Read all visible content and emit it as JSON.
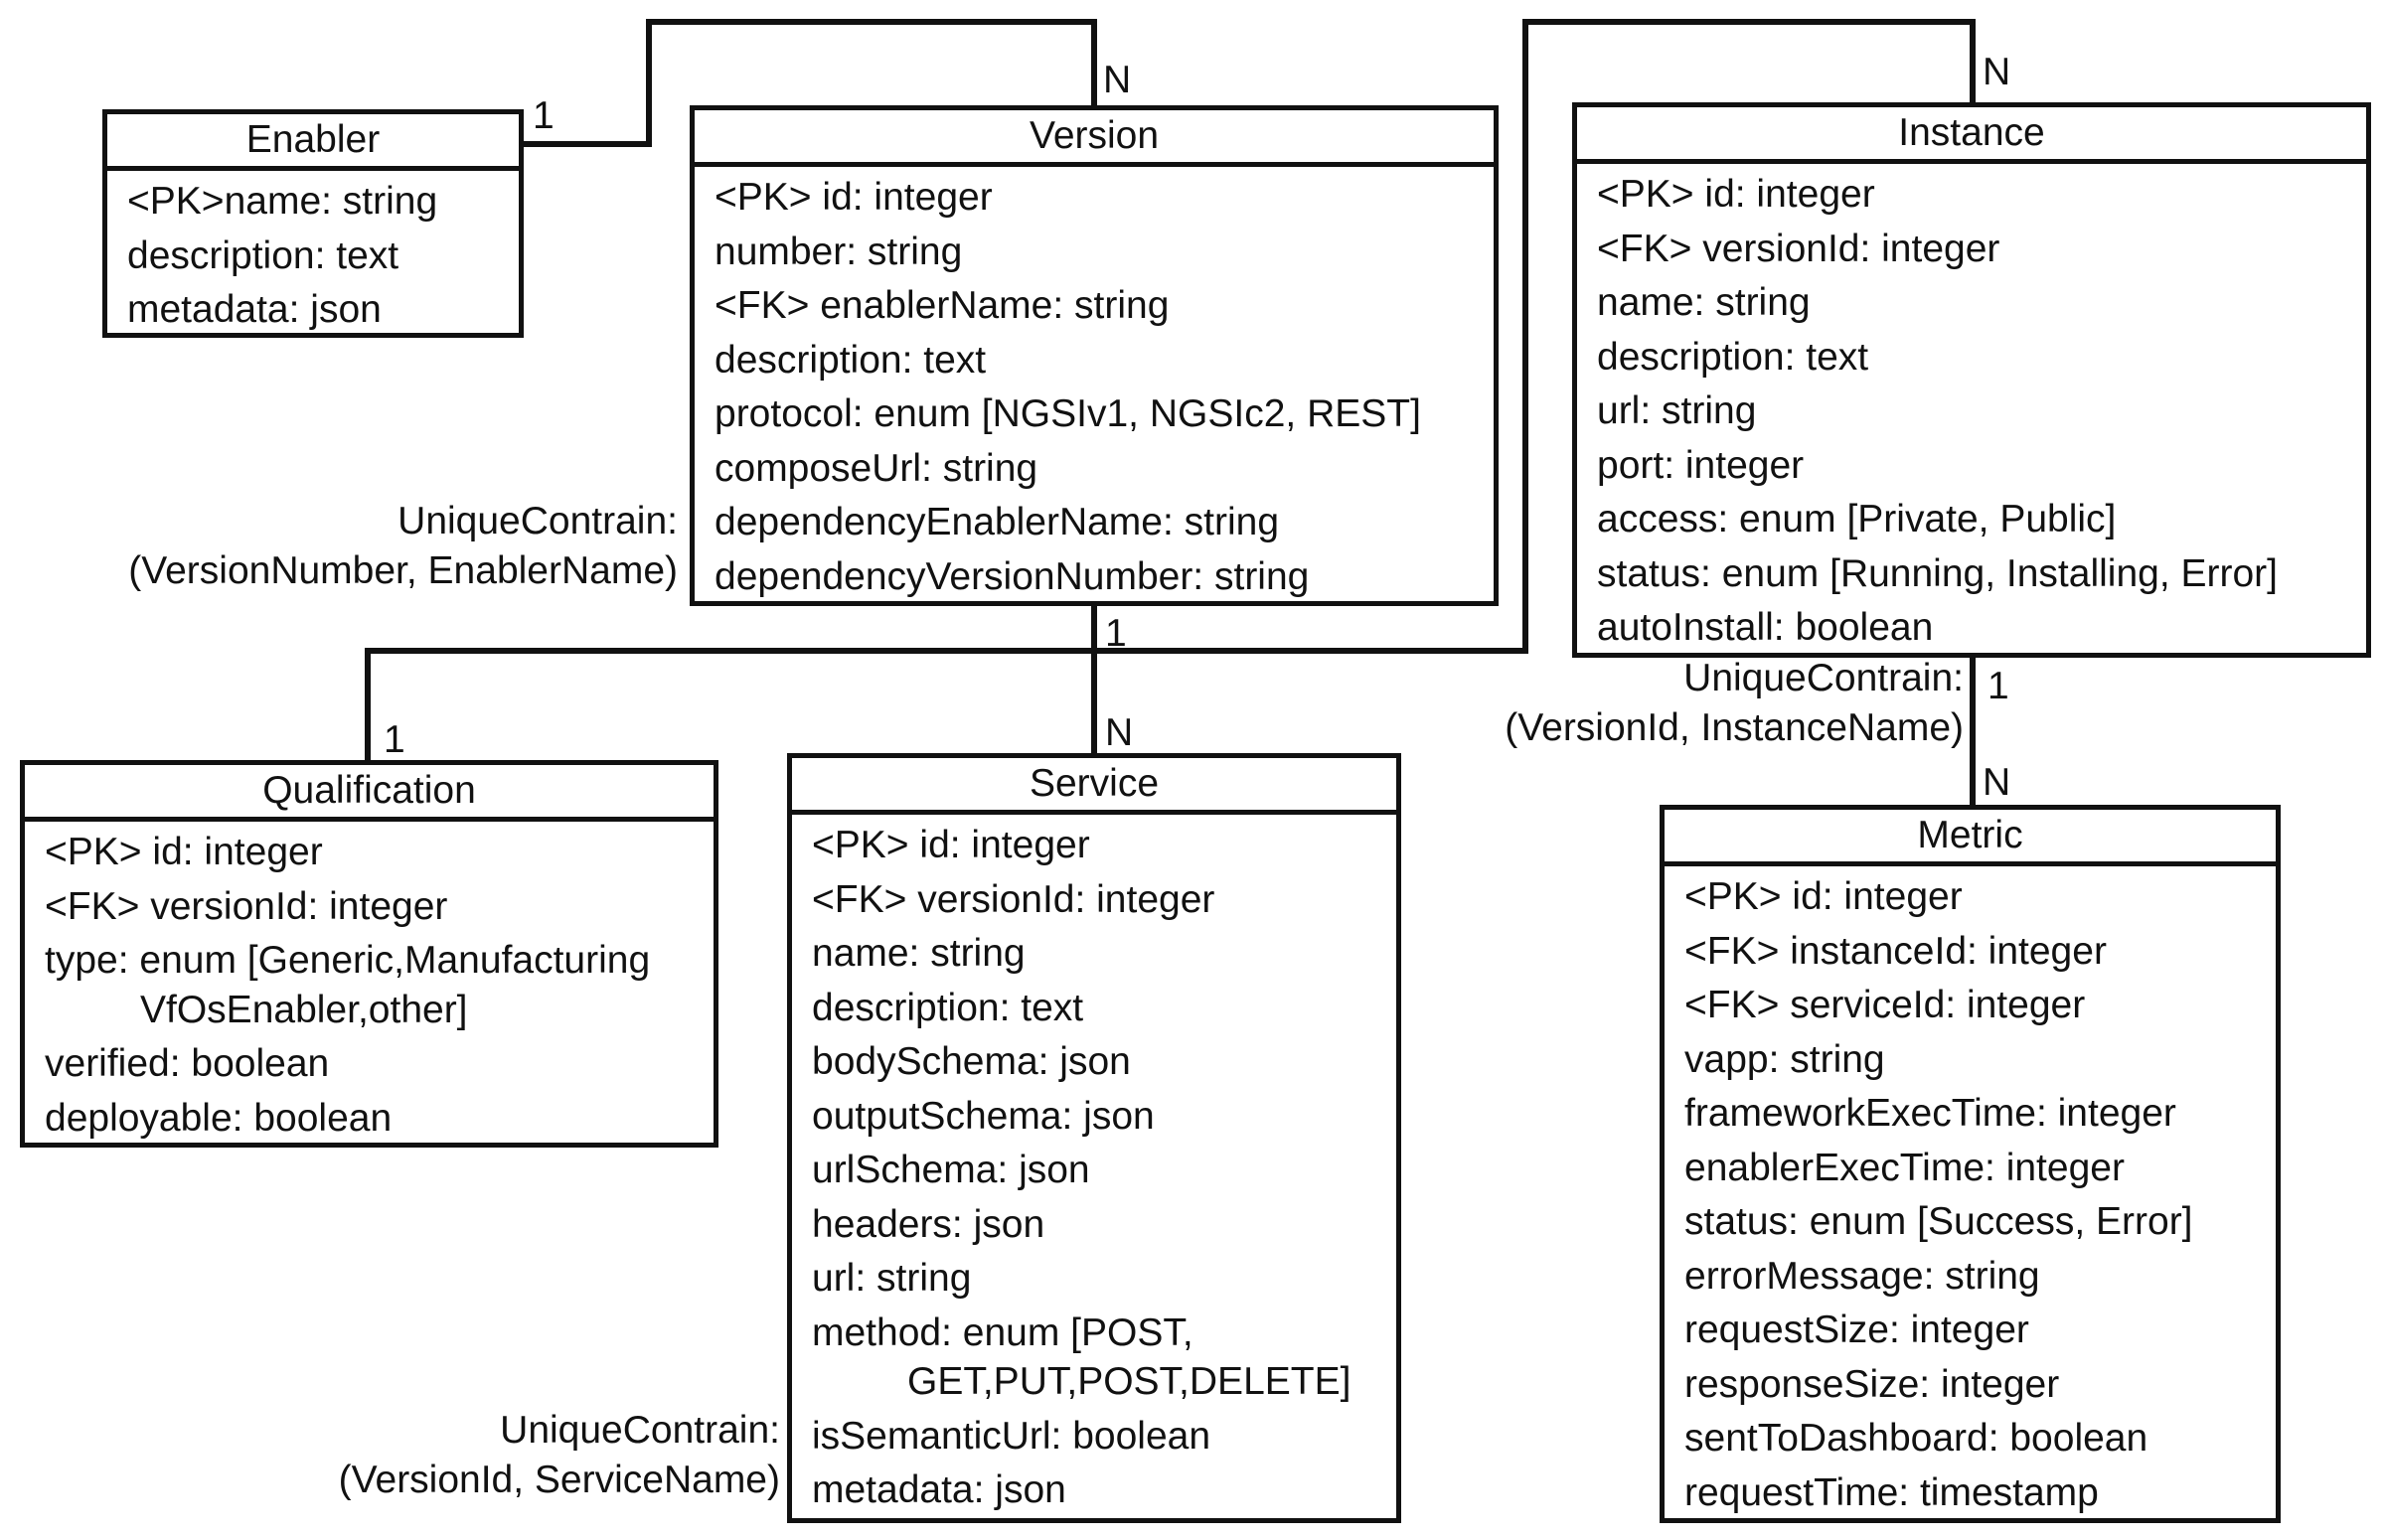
{
  "entities": {
    "enabler": {
      "title": "Enabler",
      "attrs": [
        "<PK>name: string",
        "description: text",
        "metadata: json"
      ]
    },
    "version": {
      "title": "Version",
      "attrs": [
        "<PK> id: integer",
        "number: string",
        "<FK> enablerName: string",
        "description: text",
        "protocol: enum [NGSIv1, NGSIc2, REST]",
        "composeUrl: string",
        "dependencyEnablerName: string",
        "dependencyVersionNumber: string"
      ]
    },
    "instance": {
      "title": "Instance",
      "attrs": [
        "<PK> id: integer",
        "<FK> versionId: integer",
        "name: string",
        "description: text",
        "url: string",
        "port: integer",
        "access: enum [Private, Public]",
        "status: enum [Running, Installing, Error]",
        "autoInstall: boolean"
      ]
    },
    "qualification": {
      "title": "Qualification",
      "attrs": [
        "<PK> id: integer",
        "<FK> versionId: integer",
        "type: enum [Generic,Manufacturing",
        "VfOsEnabler,other]",
        "verified: boolean",
        "deployable: boolean"
      ]
    },
    "service": {
      "title": "Service",
      "attrs": [
        "<PK> id: integer",
        "<FK> versionId: integer",
        "name: string",
        "description: text",
        "bodySchema: json",
        "outputSchema: json",
        "urlSchema: json",
        "headers: json",
        "url: string",
        "method: enum [POST,",
        "GET,PUT,POST,DELETE]",
        "isSemanticUrl: boolean",
        "metadata: json"
      ]
    },
    "metric": {
      "title": "Metric",
      "attrs": [
        "<PK> id: integer",
        "<FK> instanceId: integer",
        "<FK> serviceId: integer",
        "vapp: string",
        "frameworkExecTime: integer",
        "enablerExecTime: integer",
        "status: enum [Success, Error]",
        "errorMessage: string",
        "requestSize: integer",
        "responseSize: integer",
        "sentToDashboard: boolean",
        "requestTime: timestamp"
      ]
    }
  },
  "multiplicities": {
    "enabler_one": "1",
    "version_many": "N",
    "instance_many": "N",
    "version_one": "1",
    "qualification_one": "1",
    "service_many": "N",
    "instance_one": "1",
    "metric_many": "N"
  },
  "notes": {
    "version_unique": [
      "UniqueContrain:",
      "(VersionNumber, EnablerName)"
    ],
    "instance_unique": [
      "UniqueContrain:",
      "(VersionId, InstanceName)"
    ],
    "service_unique": [
      "UniqueContrain:",
      "(VersionId, ServiceName)"
    ]
  }
}
